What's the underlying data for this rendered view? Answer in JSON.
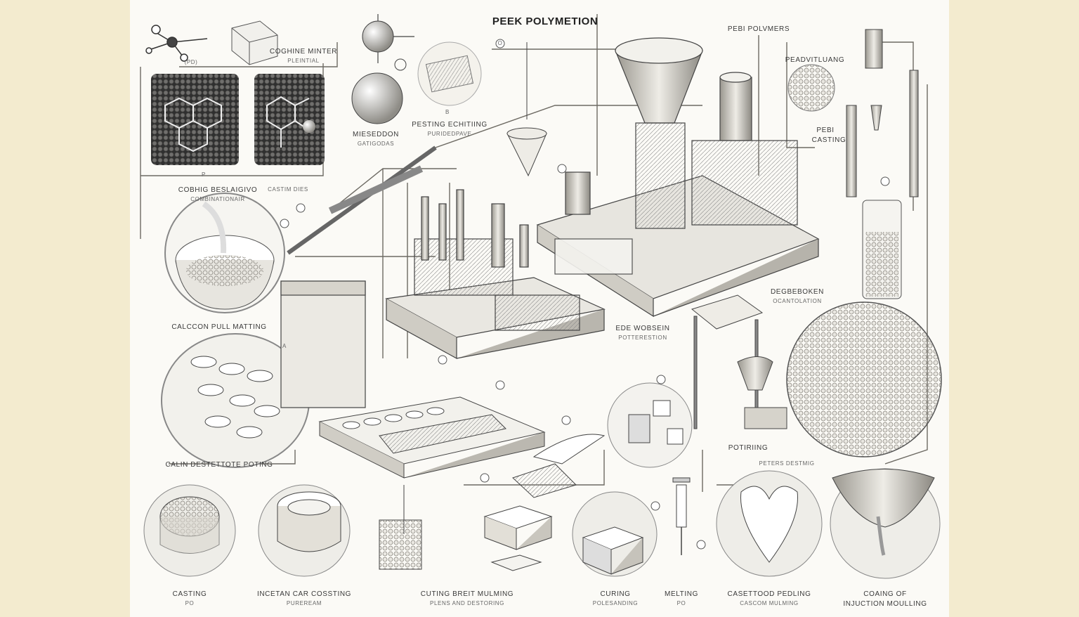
{
  "title": "PEEK POLYMETION",
  "labels": {
    "top_mid": "COGHINE MINTER",
    "top_mid_sub": "PLEINTIAL",
    "top_right": "PEBI POLVMERS",
    "right_top": "PEADVITLUANG",
    "right_mid": "PEBI",
    "right_mid2": "CASTING",
    "sphere": "MIESEDDON",
    "sphere_sub": "GATIGODAS",
    "pellet": "PESTING ECHITIING",
    "pellet_sub": "PURIDEDPAVE",
    "left_mid": "COBHIG BESLAIGIVO",
    "left_mid_sub": "COMBINATIONAIR",
    "left_mid2": "CASTIM DIES",
    "funnel_plant": "DEGBEBOKEN",
    "funnel_plant_sub": "OCANTOLATION",
    "cube_tech": "EDE WOBSEIN",
    "cube_tech_sub": "POTTERESTION",
    "left_bowl": "CALCCON PULL MATTING",
    "left_grid": "CALIN DESTETTOTE POTING",
    "pour_box": "POTIRIING",
    "heart_top": "PETERS DESTMIG",
    "b_casting": "CASTING",
    "b_casting_sub": "PO",
    "b_ring": "INCETAN CAR COSSTING",
    "b_ring_sub": "PUREREAM",
    "b_block": "CUTING BREIT MULMING",
    "b_block_sub": "PLENS AND DESTORING",
    "b_curing": "CURING",
    "b_curing_sub": "POLESANDING",
    "b_melting": "MELTING",
    "b_melting_sub": "PO",
    "b_heart": "CASETTOOD PEDLING",
    "b_heart_sub": "CASCOM MULMING",
    "b_last": "COAING OF",
    "b_last_sub": "INJUCTION MOULLING"
  },
  "markers": [
    "(PD)",
    "P",
    "B",
    "O",
    "A"
  ],
  "colors": {
    "ink": "#3a3a3a",
    "paper": "#fbfaf6",
    "margin": "#f3ebcf",
    "shade": "#cfccc4"
  }
}
